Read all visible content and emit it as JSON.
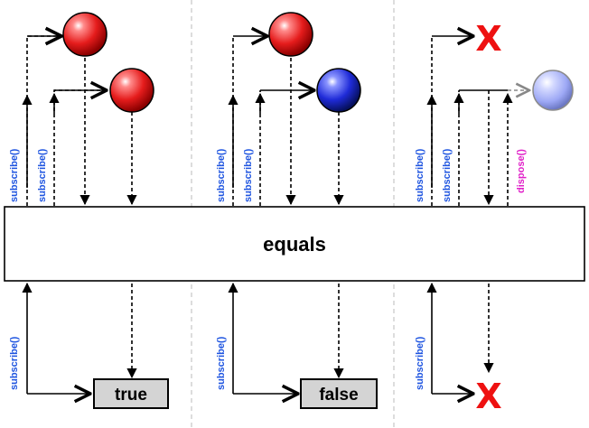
{
  "operator_label": "equals",
  "action_labels": {
    "subscribe": "subscribe()",
    "dispose": "dispose()"
  },
  "results": {
    "panel_1": "true",
    "panel_2": "false",
    "panel_3": "X"
  },
  "error_marks": {
    "source_error": "X",
    "result_error": "X"
  },
  "colors": {
    "subscribe_label": "#1f55e0",
    "dispose_label": "#e020c8",
    "error_mark": "#ee1111",
    "red_item": "#e51c1c",
    "blue_item": "#1f2bd8",
    "disposed_item": "#9da8f5",
    "result_box": "#d4d4d4"
  },
  "panels": [
    {
      "sequence_a": "red-marble",
      "sequence_b": "red-marble",
      "result": "true"
    },
    {
      "sequence_a": "red-marble",
      "sequence_b": "blue-marble",
      "result": "false"
    },
    {
      "sequence_a": "error",
      "sequence_b": "disposed-marble",
      "result": "error"
    }
  ]
}
